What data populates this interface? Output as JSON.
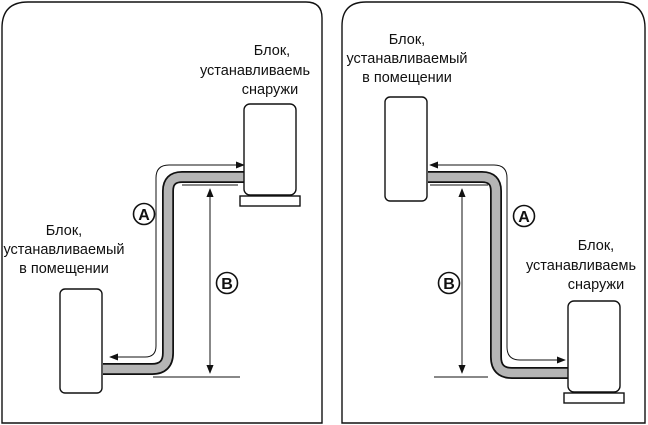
{
  "left_panel": {
    "outdoor_label": [
      "Блок,",
      "устанавливаемь",
      "снаружи"
    ],
    "indoor_label": [
      "Блок,",
      "устанавливаемый",
      "в помещении"
    ],
    "marker_a": "A",
    "marker_b": "B"
  },
  "right_panel": {
    "indoor_label": [
      "Блок,",
      "устанавливаемый",
      "в помещении"
    ],
    "outdoor_label": [
      "Блок,",
      "устанавливаемь",
      "снаружи"
    ],
    "marker_a": "A",
    "marker_b": "B"
  }
}
